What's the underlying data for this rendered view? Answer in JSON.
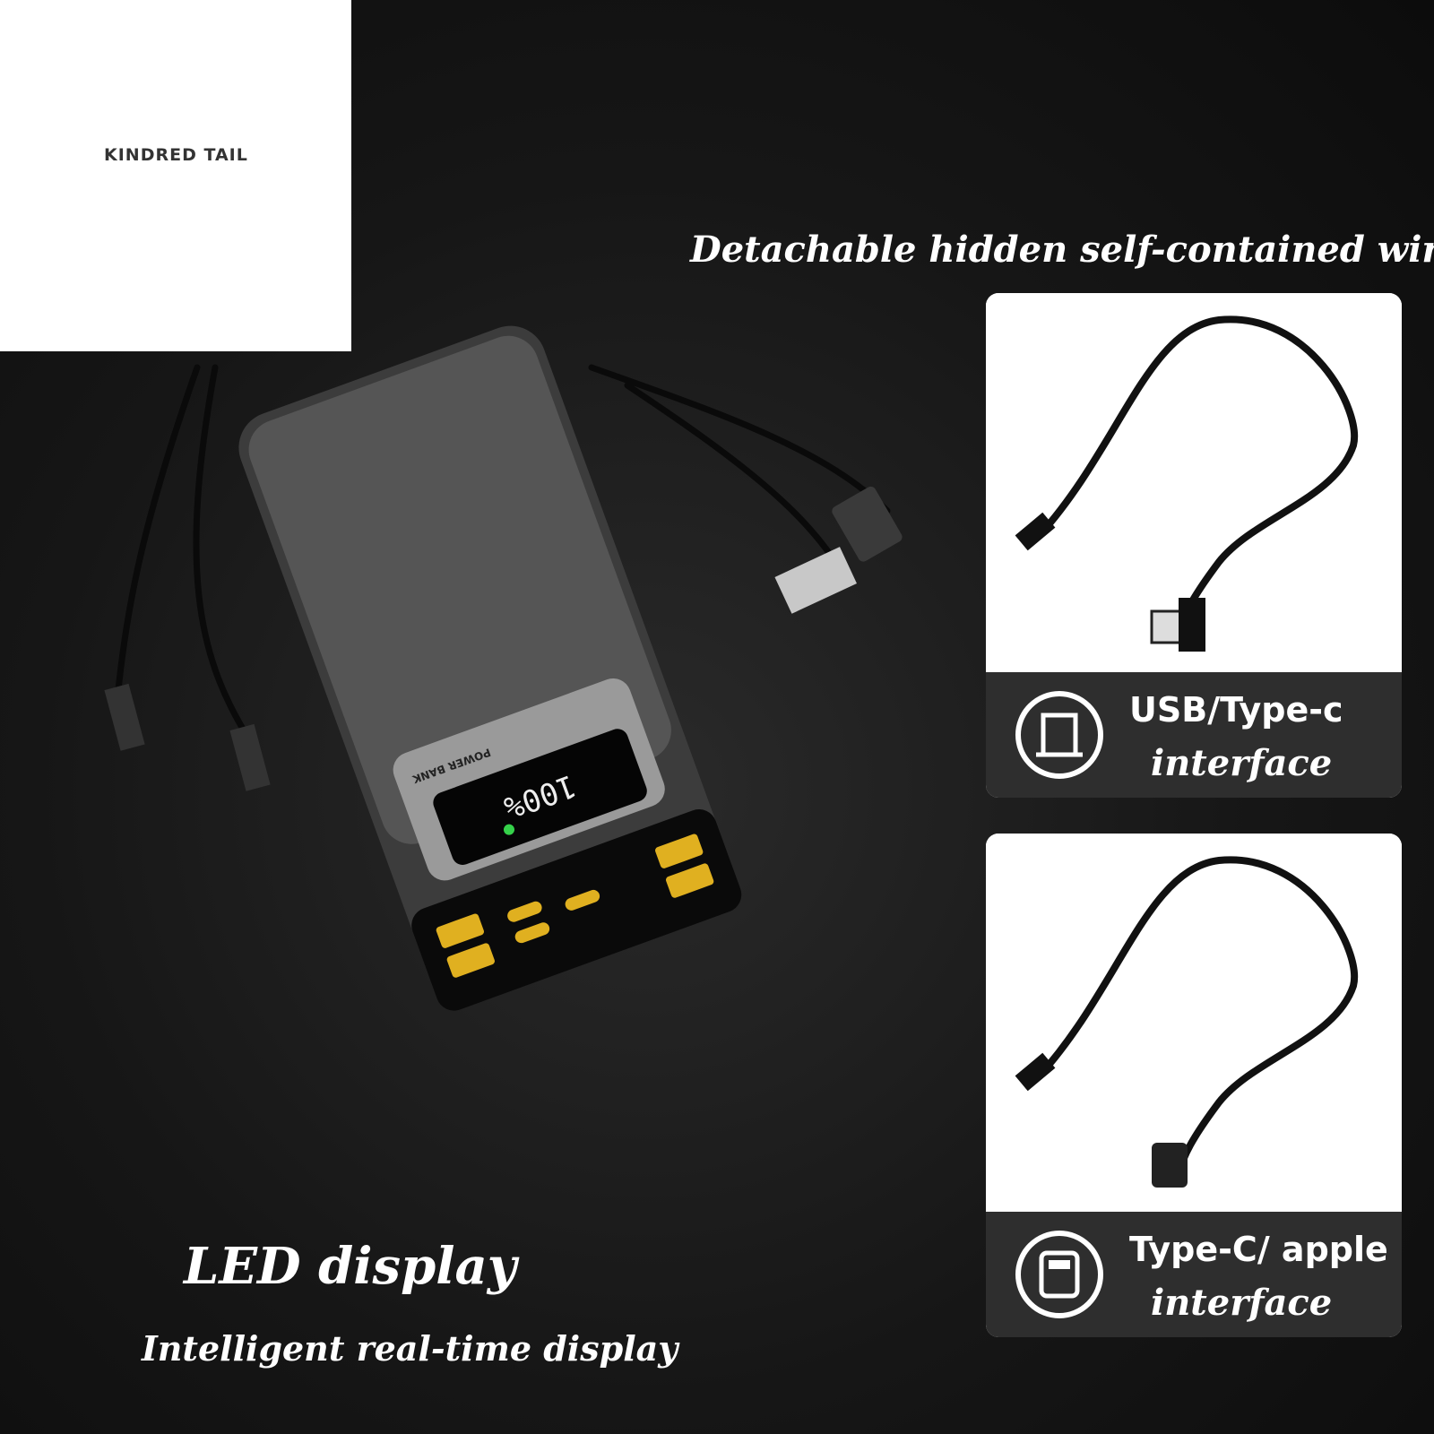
{
  "logo": {
    "text": "KINDRED TAIL"
  },
  "heading": "Detachable hidden self-contained wire",
  "cards": [
    {
      "line1": "USB/Type-c",
      "line2": "interface",
      "icon": "usb-port-icon"
    },
    {
      "line1": "Type-C/ apple",
      "line2": "interface",
      "icon": "lightning-port-icon"
    }
  ],
  "product": {
    "label": "POWER BANK",
    "display_value": "100%",
    "status_color": "#35d14a",
    "port_color": "#e0b020"
  },
  "led": {
    "title": "LED display",
    "subtitle": "Intelligent real-time display"
  }
}
